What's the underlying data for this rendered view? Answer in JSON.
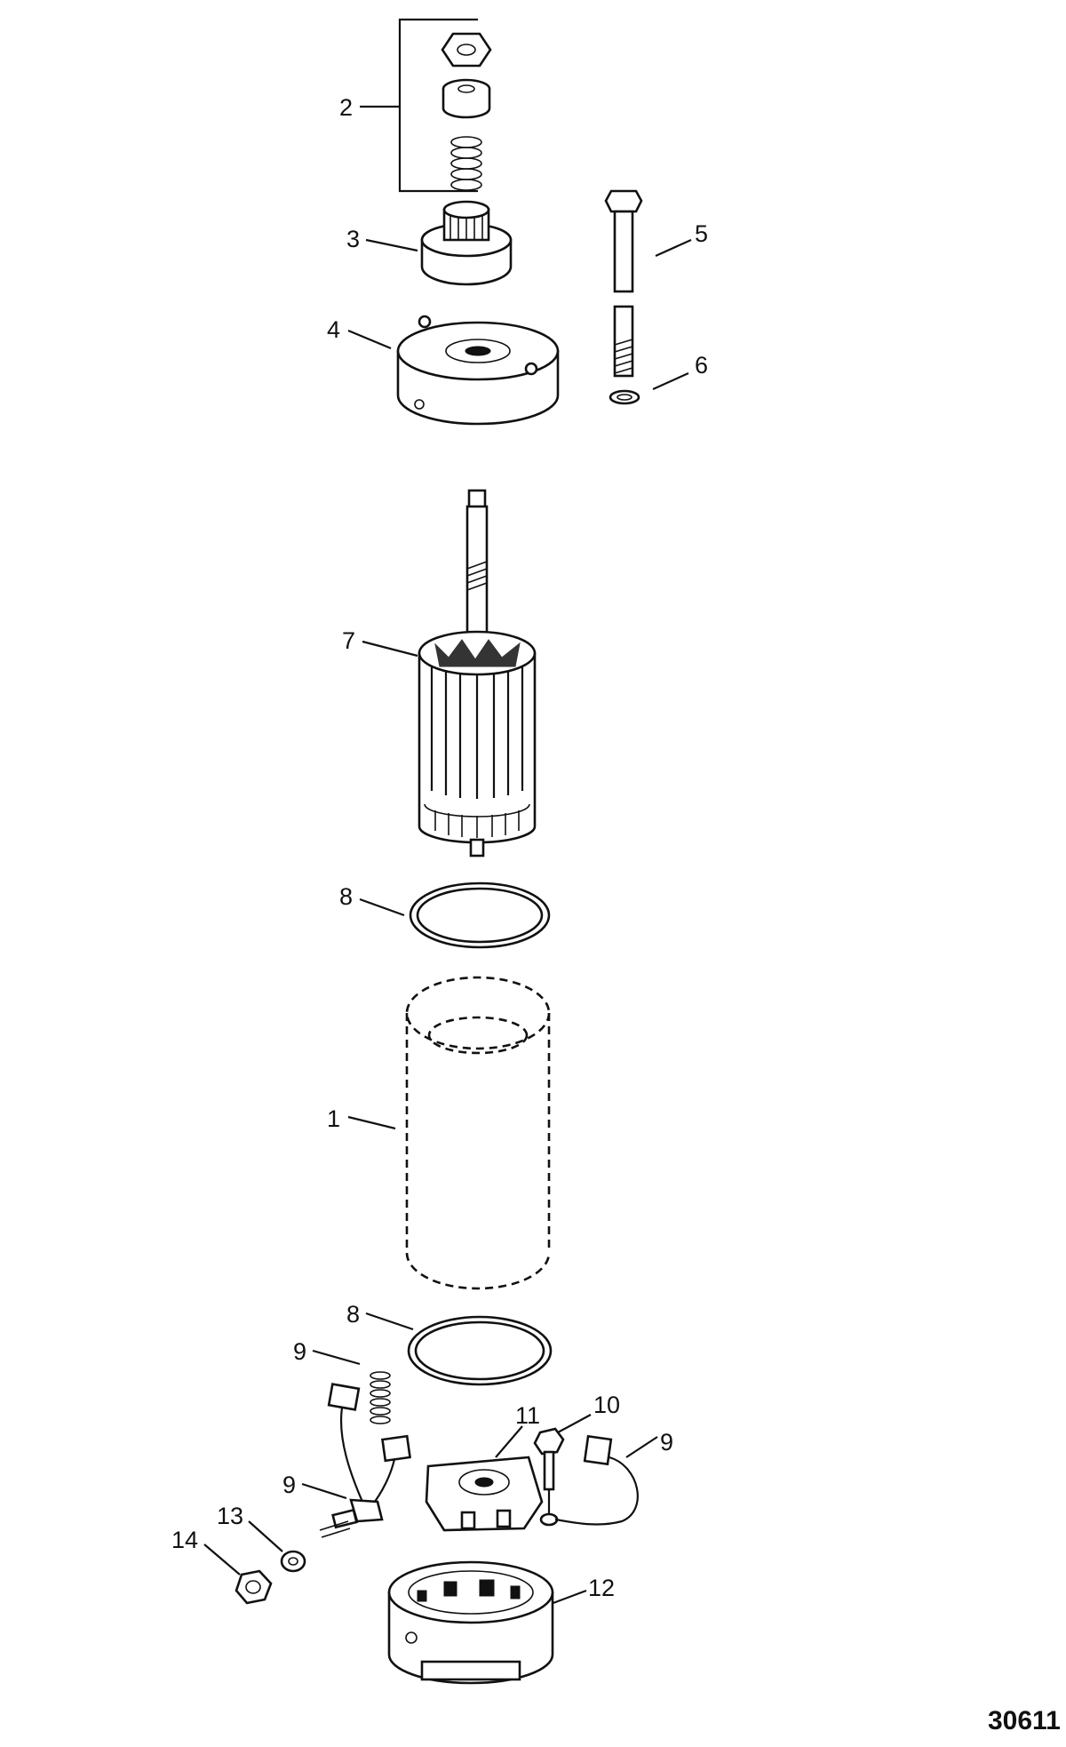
{
  "diagram": {
    "figure_number": "30611",
    "callouts": {
      "c1": "1",
      "c2": "2",
      "c3": "3",
      "c4": "4",
      "c5": "5",
      "c6": "6",
      "c7": "7",
      "c8a": "8",
      "c8b": "8",
      "c9a": "9",
      "c9b": "9",
      "c9c": "9",
      "c10": "10",
      "c11": "11",
      "c12": "12",
      "c13": "13",
      "c14": "14"
    }
  }
}
